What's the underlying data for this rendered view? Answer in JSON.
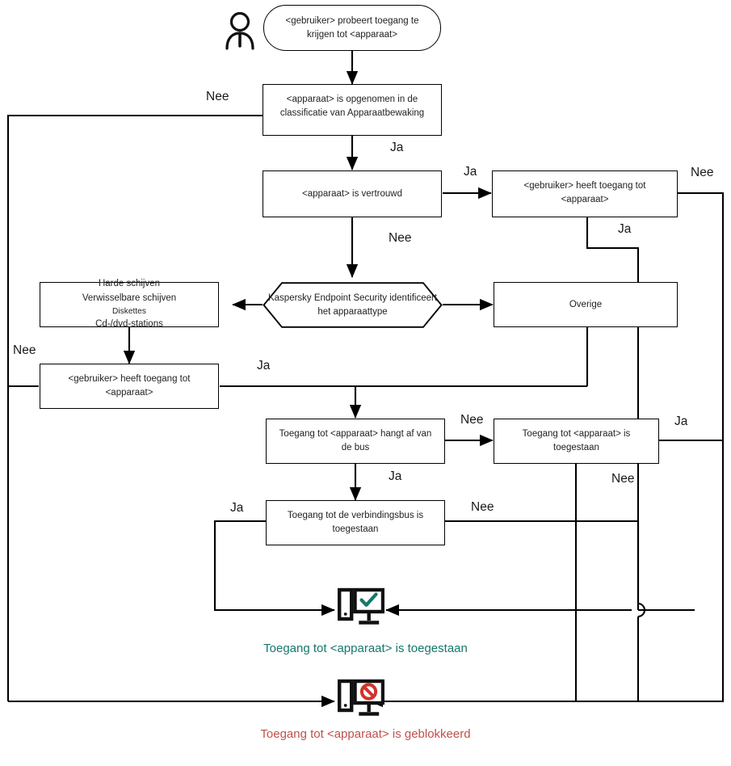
{
  "diagram": {
    "title": "Device Control access decision flow",
    "language": "nl"
  },
  "colors": {
    "line": "#000000",
    "box_border": "#000000",
    "text": "#222222",
    "allowed_green": "#15786b",
    "blocked_red": "#c0504a"
  },
  "actor": {
    "name": "user-actor-icon"
  },
  "nodes": {
    "start": {
      "label": "<gebruiker> probeert toegang te krijgen tot <apparaat>"
    },
    "classification": {
      "label": "<apparaat> is opgenomen in de classificatie van Apparaatbewaking"
    },
    "trusted": {
      "label": "<apparaat> is vertrouwd"
    },
    "trusted_access": {
      "label": "<gebruiker> heeft toegang tot <apparaat>"
    },
    "identify": {
      "label": "Kaspersky Endpoint Security identificeert het apparaattype"
    },
    "device_list": {
      "lines": [
        "Harde schijven",
        "Verwisselbare schijven",
        "Diskettes",
        "Cd-/dvd-stations"
      ]
    },
    "other": {
      "label": "Overige"
    },
    "user_access": {
      "label": "<gebruiker> heeft toegang tot <apparaat>"
    },
    "bus_dependent": {
      "label": "Toegang tot <apparaat> hangt af van de bus"
    },
    "access_allowed_box": {
      "label": "Toegang tot <apparaat> is toegestaan"
    },
    "bus_allowed": {
      "label": "Toegang tot de verbindingsbus is toegestaan"
    }
  },
  "edge_labels": {
    "classification_no": "Nee",
    "classification_yes": "Ja",
    "trusted_yes": "Ja",
    "trusted_no": "Nee",
    "trusted_access_no": "Nee",
    "trusted_access_yes": "Ja",
    "user_access_no": "Nee",
    "user_access_yes": "Ja",
    "bus_dependent_no": "Nee",
    "bus_dependent_yes": "Ja",
    "access_allowed_yes": "Ja",
    "access_allowed_no": "Nee",
    "bus_allowed_yes": "Ja",
    "bus_allowed_no": "Nee"
  },
  "terminals": {
    "allowed": {
      "icon": "monitor-check-icon",
      "caption": "Toegang tot <apparaat> is toegestaan"
    },
    "blocked": {
      "icon": "monitor-blocked-icon",
      "caption": "Toegang tot <apparaat> is geblokkeerd"
    }
  }
}
